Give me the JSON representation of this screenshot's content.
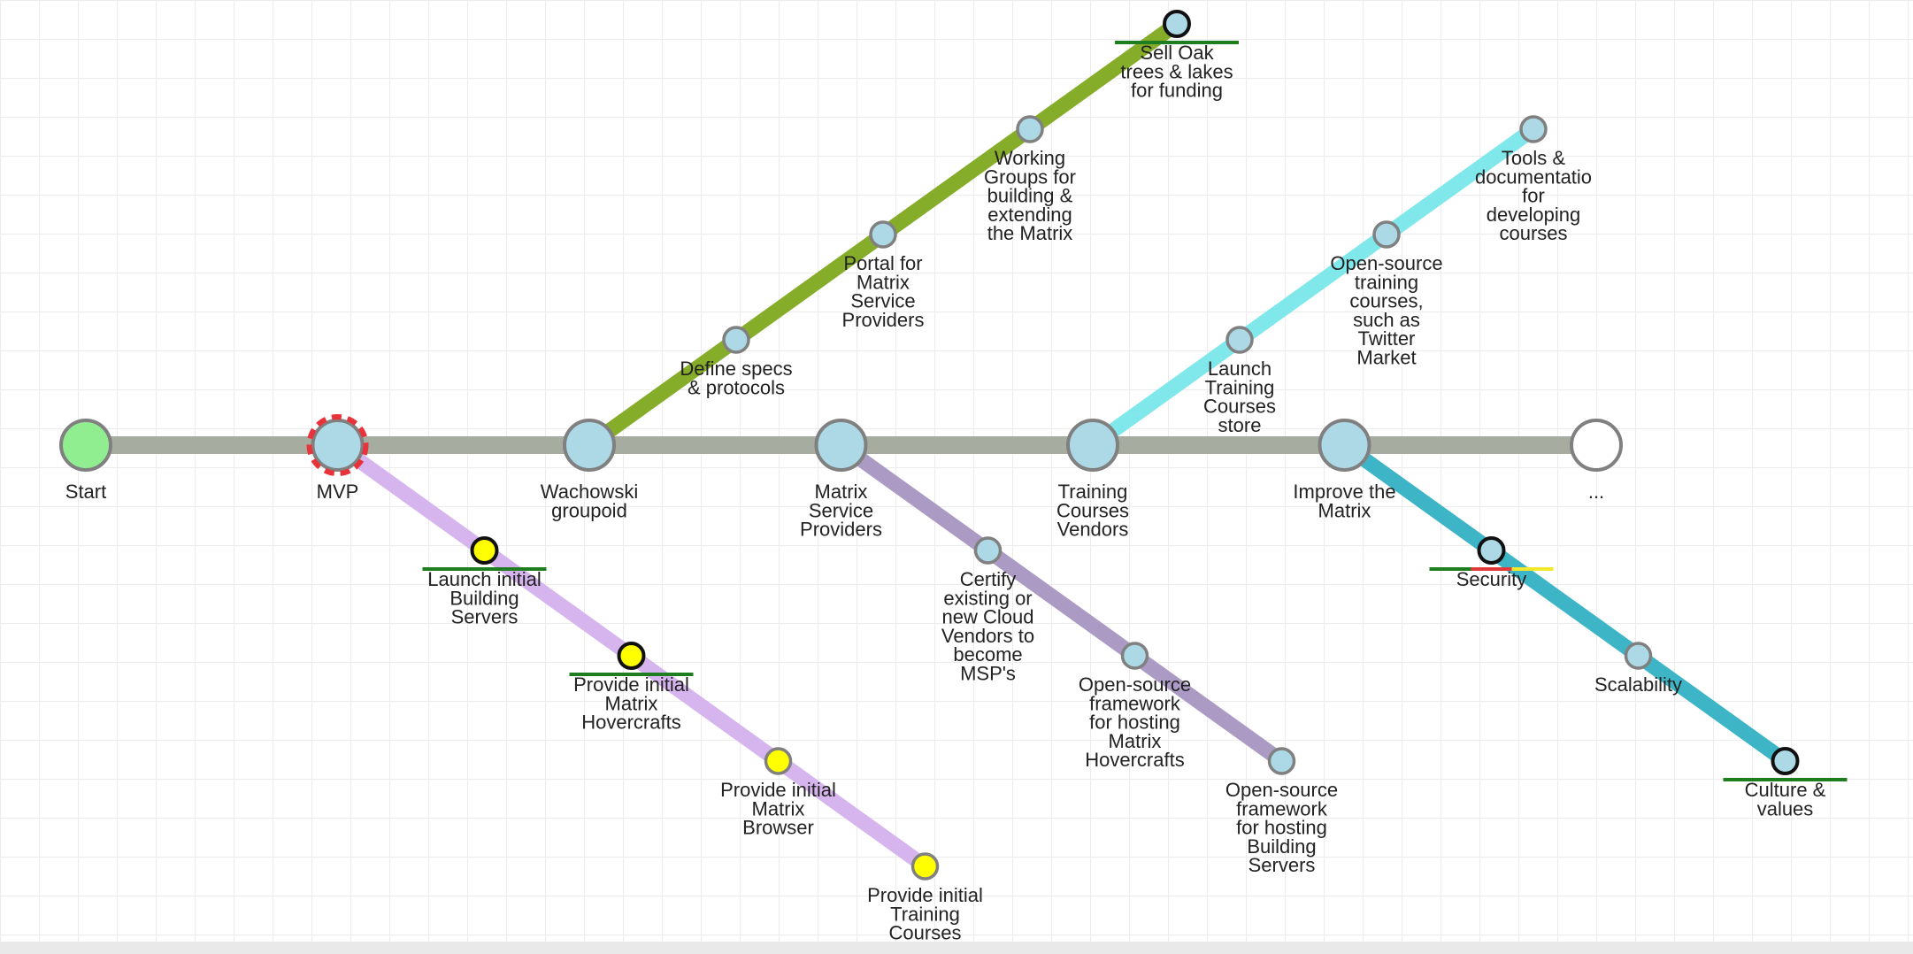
{
  "colors": {
    "trunk": "#a6ada0",
    "node_fill": "#add8e6",
    "node_stroke": "#808080",
    "start_fill": "#90ee90",
    "end_fill": "#ffffff",
    "done_fill": "#ffff00",
    "current_ring": "#e8333a",
    "underline": "#1e7d1e"
  },
  "trunk": {
    "stations": [
      {
        "label": "Start",
        "kind": "start"
      },
      {
        "label": "MVP",
        "kind": "current"
      },
      {
        "label": "Wachowski\ngroupoid",
        "kind": "normal"
      },
      {
        "label": "Matrix\nService\nProviders",
        "kind": "normal"
      },
      {
        "label": "Training\nCourses\nVendors",
        "kind": "normal"
      },
      {
        "label": "Improve the\nMatrix",
        "kind": "normal"
      },
      {
        "label": "...",
        "kind": "end"
      }
    ]
  },
  "branches": [
    {
      "name": "green-line",
      "color": "#86ad2a",
      "from": 2,
      "direction": "up",
      "stations": [
        {
          "label": "Define specs\n& protocols",
          "status": "normal"
        },
        {
          "label": "Portal for\nMatrix\nService\nProviders",
          "status": "normal"
        },
        {
          "label": "Working\nGroups for\nbuilding &\nextending\nthe Matrix",
          "status": "normal"
        },
        {
          "label": "Sell Oak\ntrees & lakes\nfor funding",
          "status": "milestone"
        }
      ]
    },
    {
      "name": "lilac-line",
      "color": "#d6b4ee",
      "from": 1,
      "direction": "down",
      "stations": [
        {
          "label": "Launch initial\nBuilding\nServers",
          "status": "done-milestone"
        },
        {
          "label": "Provide initial\nMatrix\nHovercrafts",
          "status": "done-milestone"
        },
        {
          "label": "Provide initial\nMatrix\nBrowser",
          "status": "done"
        },
        {
          "label": "Provide initial\nTraining\nCourses",
          "status": "done"
        }
      ]
    },
    {
      "name": "purple-line",
      "color": "#ab9ac3",
      "from": 3,
      "direction": "down",
      "stations": [
        {
          "label": "Certify\nexisting or\nnew Cloud\nVendors to\nbecome\nMSP's",
          "status": "normal"
        },
        {
          "label": "Open-source\nframework\nfor hosting\nMatrix\nHovercrafts",
          "status": "normal"
        },
        {
          "label": "Open-source\nframework\nfor hosting\nBuilding\nServers",
          "status": "normal"
        }
      ]
    },
    {
      "name": "cyan-line",
      "color": "#80e7eb",
      "from": 4,
      "direction": "up",
      "stations": [
        {
          "label": "Launch\nTraining\nCourses\nstore",
          "status": "normal"
        },
        {
          "label": "Open-source\ntraining\ncourses,\nsuch as\nTwitter\nMarket",
          "status": "normal"
        },
        {
          "label": "Tools &\ndocumentatio\nfor\ndeveloping\ncourses",
          "status": "normal"
        }
      ]
    },
    {
      "name": "teal-line",
      "color": "#3db5c7",
      "from": 5,
      "direction": "down",
      "stations": [
        {
          "label": "Security",
          "status": "milestone-tricolor"
        },
        {
          "label": "Scalability",
          "status": "normal"
        },
        {
          "label": "Culture &\nvalues",
          "status": "milestone"
        }
      ]
    }
  ]
}
